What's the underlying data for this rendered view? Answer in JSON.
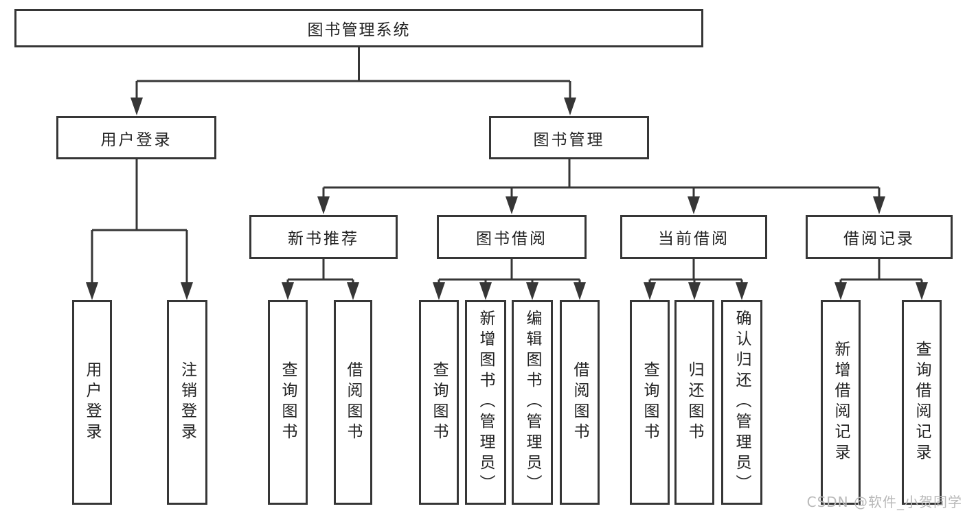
{
  "colors": {
    "line": "#363636",
    "box_border": "#363636",
    "box_fill": "#ffffff",
    "text": "#222222",
    "watermark": "#b9b9b9",
    "background": "#ffffff"
  },
  "watermark": {
    "text": "CSDN @软件_小贺同学"
  },
  "tree": {
    "label": "图书管理系统",
    "children": [
      {
        "label": "用户登录",
        "children": [
          {
            "label": "用户登录"
          },
          {
            "label": "注销登录"
          }
        ]
      },
      {
        "label": "图书管理",
        "children": [
          {
            "label": "新书推荐",
            "children": [
              {
                "label": "查询图书"
              },
              {
                "label": "借阅图书"
              }
            ]
          },
          {
            "label": "图书借阅",
            "children": [
              {
                "label": "查询图书"
              },
              {
                "label": "新增图书（管理员）"
              },
              {
                "label": "编辑图书（管理员）"
              },
              {
                "label": "借阅图书"
              }
            ]
          },
          {
            "label": "当前借阅",
            "children": [
              {
                "label": "查询图书"
              },
              {
                "label": "归还图书"
              },
              {
                "label": "确认归还（管理员）"
              }
            ]
          },
          {
            "label": "借阅记录",
            "children": [
              {
                "label": "新增借阅记录"
              },
              {
                "label": "查询借阅记录"
              }
            ]
          }
        ]
      }
    ]
  }
}
